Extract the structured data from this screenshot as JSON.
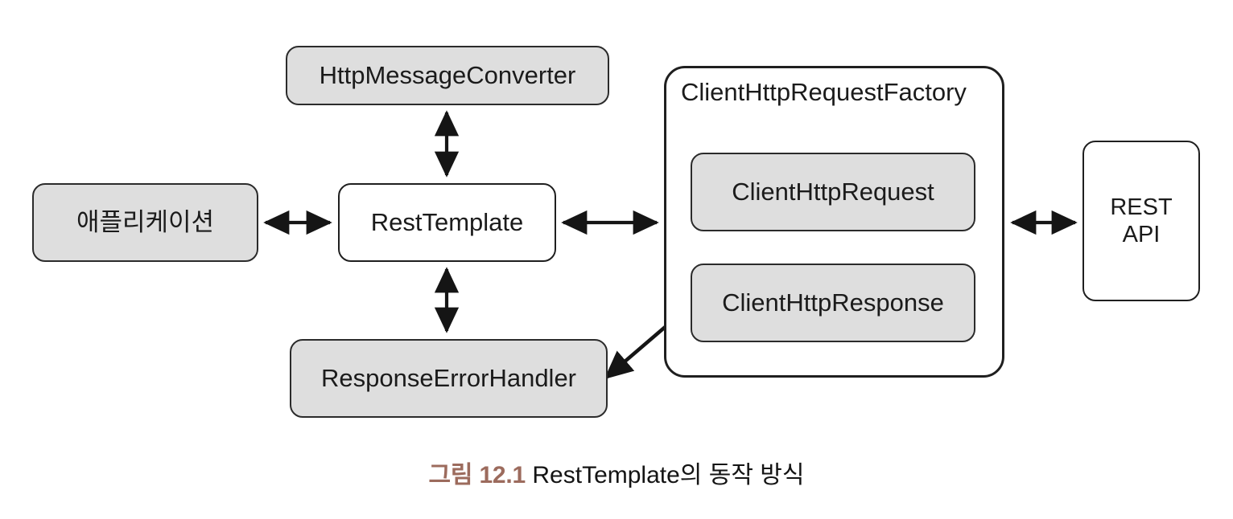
{
  "figure": {
    "caption_number": "그림 12.1",
    "caption_number_color": "#9C6B5D",
    "caption_text": "RestTemplate의 동작 방식"
  },
  "palette": {
    "gray_fill": "#DEDEDE",
    "white_fill": "#FFFFFF",
    "stroke": "#1F1F1F",
    "text": "#1B1B1B",
    "caption_accent": "#9C6B5D"
  },
  "nodes": [
    {
      "id": "application",
      "label": "애플리케이션",
      "fill": "gray"
    },
    {
      "id": "rest-template",
      "label": "RestTemplate",
      "fill": "white"
    },
    {
      "id": "http-message-converter",
      "label": "HttpMessageConverter",
      "fill": "gray"
    },
    {
      "id": "response-error-handler",
      "label": "ResponseErrorHandler",
      "fill": "gray"
    },
    {
      "id": "client-http-request-factory",
      "label": "ClientHttpRequestFactory",
      "fill": "white"
    },
    {
      "id": "client-http-request",
      "label": "ClientHttpRequest",
      "fill": "gray"
    },
    {
      "id": "client-http-response",
      "label": "ClientHttpResponse",
      "fill": "gray"
    },
    {
      "id": "rest-api",
      "label": "REST\nAPI",
      "fill": "white"
    }
  ],
  "edges": [
    {
      "id": "application--rest-template",
      "from": "application",
      "to": "rest-template",
      "arrow": "both",
      "orientation": "horizontal"
    },
    {
      "id": "rest-template--http-message-converter",
      "from": "rest-template",
      "to": "http-message-converter",
      "arrow": "both",
      "orientation": "vertical"
    },
    {
      "id": "rest-template--response-error-handler",
      "from": "rest-template",
      "to": "response-error-handler",
      "arrow": "both",
      "orientation": "vertical"
    },
    {
      "id": "rest-template--client-http-request-factory",
      "from": "rest-template",
      "to": "client-http-request-factory",
      "arrow": "both",
      "orientation": "horizontal"
    },
    {
      "id": "client-http-request-factory--rest-api",
      "from": "client-http-request-factory",
      "to": "rest-api",
      "arrow": "both",
      "orientation": "horizontal"
    },
    {
      "id": "response-error-handler--client-http-response",
      "from": "response-error-handler",
      "to": "client-http-response",
      "arrow": "both",
      "orientation": "diagonal"
    }
  ]
}
